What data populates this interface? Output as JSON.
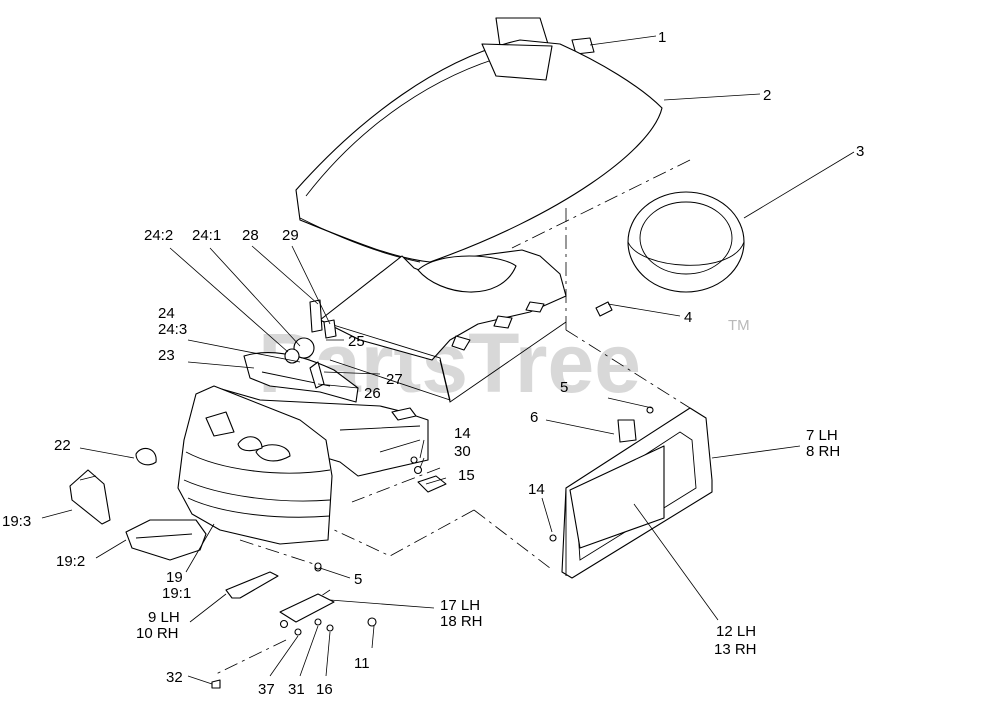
{
  "watermark": {
    "text": "PartsTree",
    "trademark": "TM"
  },
  "callouts": [
    {
      "id": "c1",
      "text": "1"
    },
    {
      "id": "c2",
      "text": "2"
    },
    {
      "id": "c3",
      "text": "3"
    },
    {
      "id": "c4",
      "text": "4"
    },
    {
      "id": "c5a",
      "text": "5"
    },
    {
      "id": "c5b",
      "text": "5"
    },
    {
      "id": "c6",
      "text": "6"
    },
    {
      "id": "c7",
      "text": "7 LH"
    },
    {
      "id": "c8",
      "text": "8 RH"
    },
    {
      "id": "c9",
      "text": "9 LH"
    },
    {
      "id": "c10",
      "text": "10 RH"
    },
    {
      "id": "c11",
      "text": "11"
    },
    {
      "id": "c12",
      "text": "12 LH"
    },
    {
      "id": "c13",
      "text": "13 RH"
    },
    {
      "id": "c14a",
      "text": "14"
    },
    {
      "id": "c14b",
      "text": "14"
    },
    {
      "id": "c15",
      "text": "15"
    },
    {
      "id": "c16",
      "text": "16"
    },
    {
      "id": "c17",
      "text": "17 LH"
    },
    {
      "id": "c18",
      "text": "18 RH"
    },
    {
      "id": "c19",
      "text": "19"
    },
    {
      "id": "c191",
      "text": "19:1"
    },
    {
      "id": "c192",
      "text": "19:2"
    },
    {
      "id": "c193",
      "text": "19:3"
    },
    {
      "id": "c22",
      "text": "22"
    },
    {
      "id": "c23",
      "text": "23"
    },
    {
      "id": "c24",
      "text": "24"
    },
    {
      "id": "c241",
      "text": "24:1"
    },
    {
      "id": "c242",
      "text": "24:2"
    },
    {
      "id": "c243",
      "text": "24:3"
    },
    {
      "id": "c25",
      "text": "25"
    },
    {
      "id": "c26",
      "text": "26"
    },
    {
      "id": "c27",
      "text": "27"
    },
    {
      "id": "c28",
      "text": "28"
    },
    {
      "id": "c29",
      "text": "29"
    },
    {
      "id": "c30",
      "text": "30"
    },
    {
      "id": "c31",
      "text": "31"
    },
    {
      "id": "c32",
      "text": "32"
    },
    {
      "id": "c37",
      "text": "37"
    }
  ]
}
